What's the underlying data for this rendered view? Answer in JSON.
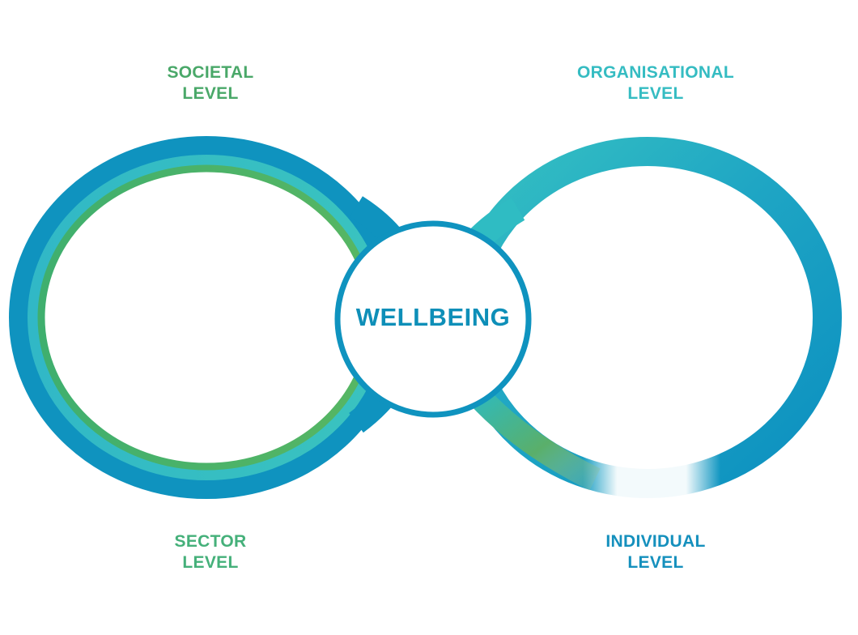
{
  "diagram": {
    "center": {
      "label": "WELLBEING"
    },
    "nodes": [
      {
        "id": "societal",
        "line1": "SOCIETAL",
        "line2": "LEVEL"
      },
      {
        "id": "organisational",
        "line1": "ORGANISATIONAL",
        "line2": "LEVEL"
      },
      {
        "id": "sector",
        "line1": "SECTOR",
        "line2": "LEVEL"
      },
      {
        "id": "individual",
        "line1": "INDIVIDUAL",
        "line2": "LEVEL"
      }
    ]
  },
  "colors": {
    "green": "#4aae6a",
    "teal": "#35bfc4",
    "blue": "#0f93bf",
    "deep_blue": "#0b7fae",
    "center_text": "#0e8fb8"
  }
}
